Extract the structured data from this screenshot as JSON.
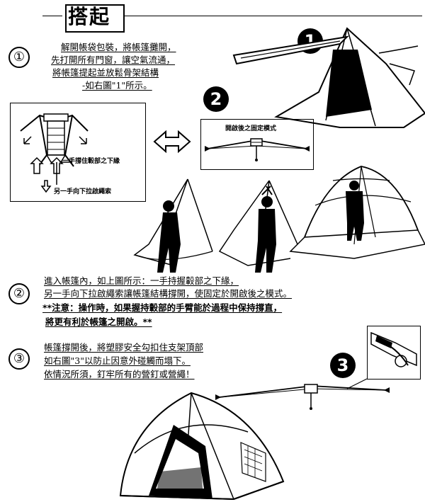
{
  "header": {
    "title": "搭起"
  },
  "step1": {
    "number": "①",
    "lines": [
      "解開帳袋包裝，將帳篷攤開，",
      "先打開所有門窗，讓空氣流通，",
      "將帳篷提起並放鬆骨架結構",
      "-如右圖\"1\"所示。"
    ],
    "badge": "1"
  },
  "diagram_left": {
    "label_hold": "一手撐住轂部之下緣",
    "label_pull": "另一手向下拉啟繩索"
  },
  "diagram_center": {
    "badge": "2",
    "title": "開啟後之固定模式"
  },
  "step2": {
    "number": "②",
    "lines": [
      "進入帳篷內，如上圖所示：一手持握轂部之下緣，",
      "另一手向下拉啟繩索讓帳篷結構撐開，使固定於開啟後之模式。"
    ],
    "note_lines": [
      "**注意：操作時，如果握持轂部的手臂能於過程中保持撐直，",
      "將更有利於帳篷之開啟。**"
    ]
  },
  "step3": {
    "number": "③",
    "lines": [
      "帳篷撐開後，將塑膠安全勾扣住支架頂部",
      "如右圖\"3\"以防止因意外碰觸而塌下。",
      "依情況所須，釘牢所有的營釘或營繩！"
    ],
    "badge": "3"
  }
}
